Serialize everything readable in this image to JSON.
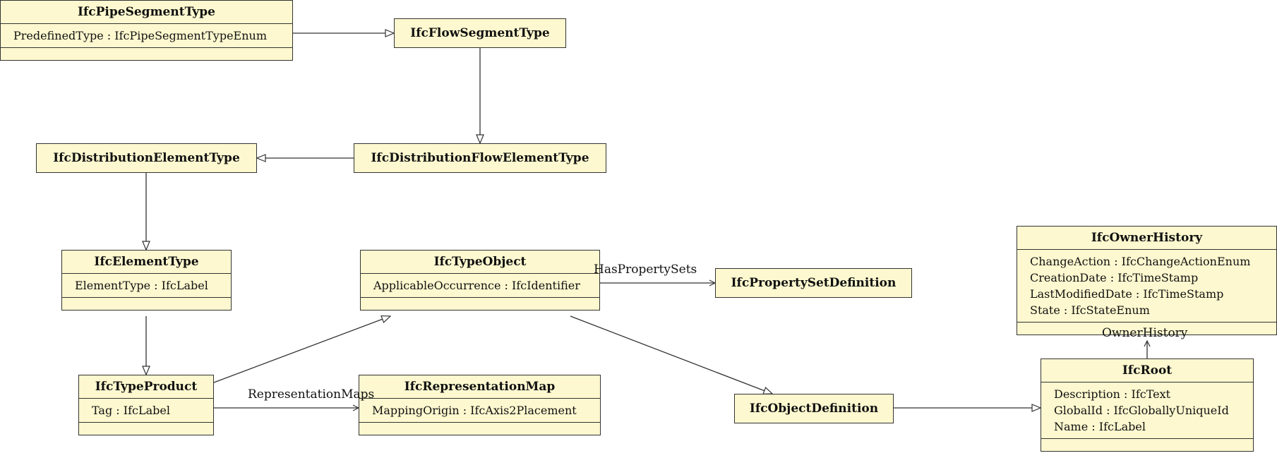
{
  "classes": {
    "pipe_segment_type": {
      "name": "IfcPipeSegmentType",
      "attributes": [
        "PredefinedType : IfcPipeSegmentTypeEnum"
      ]
    },
    "flow_segment_type": {
      "name": "IfcFlowSegmentType"
    },
    "distribution_element_type": {
      "name": "IfcDistributionElementType"
    },
    "distribution_flow_element_type": {
      "name": "IfcDistributionFlowElementType"
    },
    "element_type": {
      "name": "IfcElementType",
      "attributes": [
        "ElementType : IfcLabel"
      ]
    },
    "type_object": {
      "name": "IfcTypeObject",
      "attributes": [
        "ApplicableOccurrence : IfcIdentifier"
      ]
    },
    "property_set_definition": {
      "name": "IfcPropertySetDefinition"
    },
    "owner_history": {
      "name": "IfcOwnerHistory",
      "attributes": [
        "ChangeAction : IfcChangeActionEnum",
        "CreationDate : IfcTimeStamp",
        "LastModifiedDate : IfcTimeStamp",
        "State : IfcStateEnum"
      ]
    },
    "type_product": {
      "name": "IfcTypeProduct",
      "attributes": [
        "Tag : IfcLabel"
      ]
    },
    "representation_map": {
      "name": "IfcRepresentationMap",
      "attributes": [
        "MappingOrigin : IfcAxis2Placement"
      ]
    },
    "object_definition": {
      "name": "IfcObjectDefinition"
    },
    "root": {
      "name": "IfcRoot",
      "attributes": [
        "Description : IfcText",
        "GlobalId : IfcGloballyUniqueId",
        "Name : IfcLabel"
      ]
    }
  },
  "edge_labels": {
    "has_property_sets": "HasPropertySets",
    "representation_maps": "RepresentationMaps",
    "owner_history": "OwnerHistory"
  },
  "colors": {
    "class_fill": "#fdf8cf",
    "stroke": "#333333"
  }
}
